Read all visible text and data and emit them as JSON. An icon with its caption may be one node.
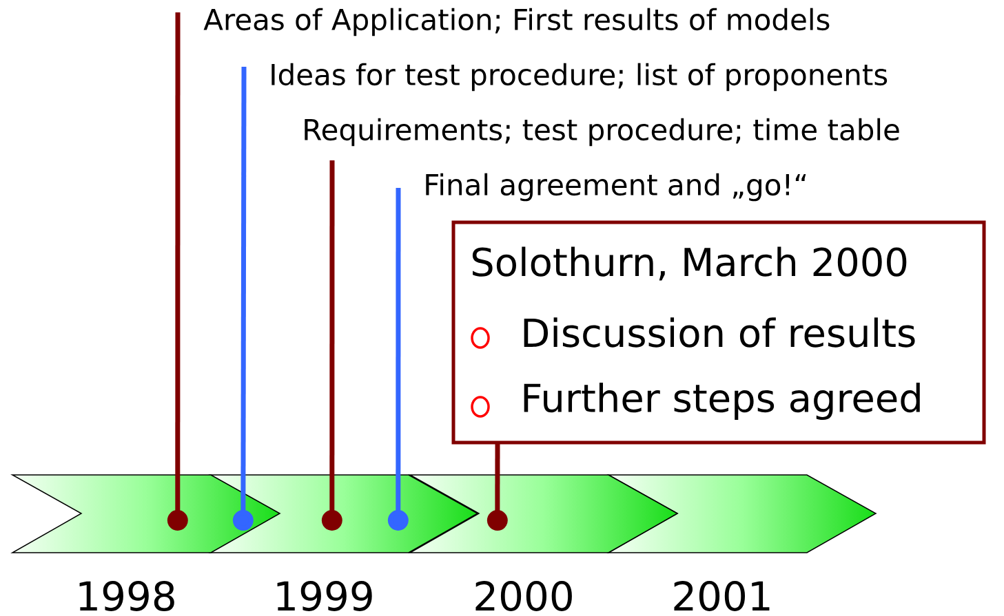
{
  "diagram": {
    "nodes": [
      {
        "text": [
          "Areas of Application; First results of models"
        ]
      },
      {
        "text": [
          "Ideas for test procedure; list of proponents"
        ]
      },
      {
        "text": [
          "Requirements; test procedure; time table"
        ]
      },
      {
        "text": [
          "Final agreement and „go!“"
        ]
      },
      {
        "text": [
          "Solothurn, March 2000",
          "Discussion of results",
          "Further steps agreed"
        ]
      },
      {
        "text": [],
        "shape": "chevron",
        "beside": [
          "1998"
        ]
      },
      {
        "text": [],
        "shape": "chevron",
        "beside": [
          "1999"
        ]
      },
      {
        "text": [],
        "shape": "chevron",
        "beside": [
          "2000"
        ]
      },
      {
        "text": [],
        "shape": "chevron",
        "beside": [
          "2001"
        ]
      }
    ],
    "edges": [
      {
        "from": 0,
        "to": 5,
        "arrow": "other"
      },
      {
        "from": 1,
        "to": 5,
        "arrow": "other",
        "color": "#3366ff"
      },
      {
        "from": 2,
        "to": 6,
        "arrow": "other"
      },
      {
        "from": 3,
        "to": 6,
        "arrow": "other",
        "color": "#3366ff"
      },
      {
        "from": 4,
        "to": 7,
        "arrow": "other"
      }
    ]
  }
}
